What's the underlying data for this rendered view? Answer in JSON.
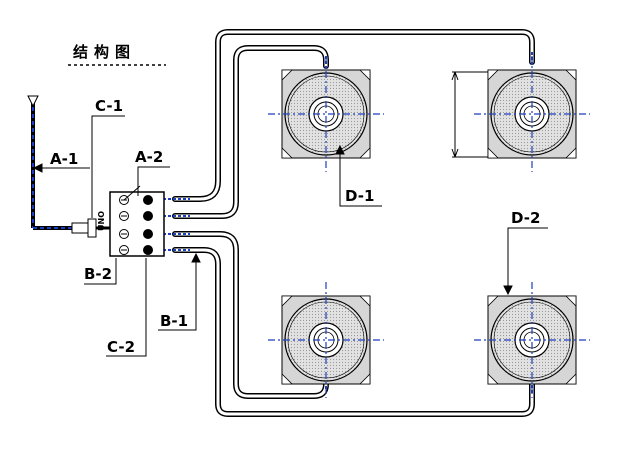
{
  "title": "结构图",
  "labels": {
    "c1": "C-1",
    "a1": "A-1",
    "a2": "A-2",
    "b2": "B-2",
    "c2": "C-2",
    "b1": "B-1",
    "d1": "D-1",
    "d2": "D-2"
  },
  "manifold_text": "UNO",
  "colors": {
    "line": "#000000",
    "centerline": "#1c3fbf",
    "hose_fill": "#ffffff",
    "pad": "#c8c8c8"
  },
  "icons": [
    "valve-icon",
    "gauge-icon",
    "pipe-fitting-icon"
  ]
}
